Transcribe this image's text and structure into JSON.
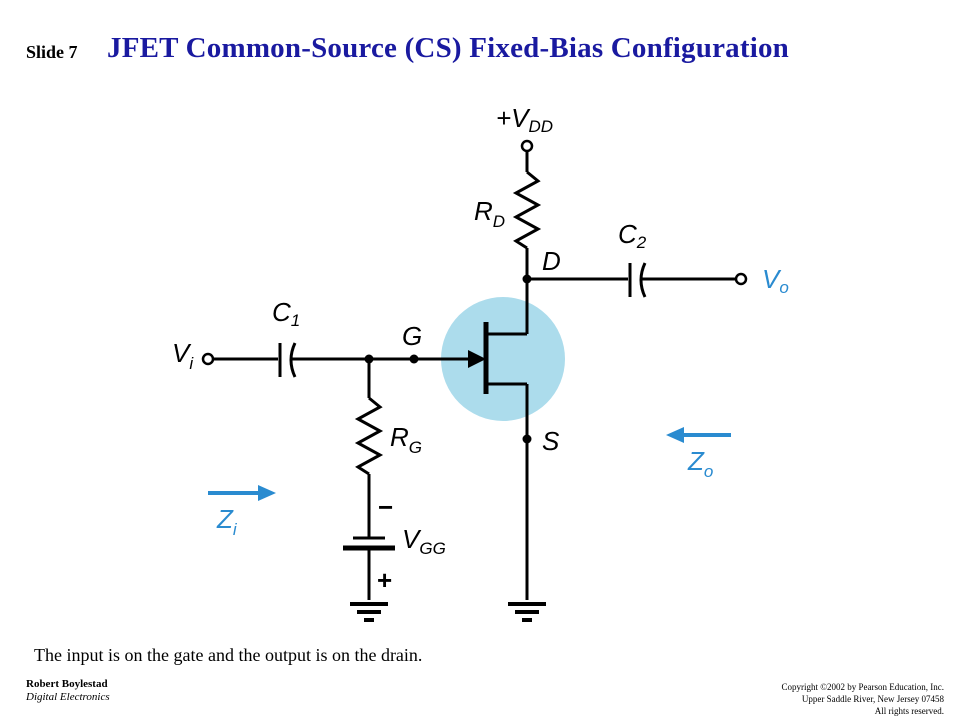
{
  "slide": {
    "number": "Slide 7",
    "title": "JFET Common-Source (CS) Fixed-Bias Configuration"
  },
  "circuit": {
    "vdd": {
      "main": "+V",
      "sub": "DD"
    },
    "rd": {
      "main": "R",
      "sub": "D"
    },
    "drain": "D",
    "c2": {
      "main": "C",
      "sub": "2"
    },
    "vo": {
      "main": "V",
      "sub": "o"
    },
    "c1": {
      "main": "C",
      "sub": "1"
    },
    "vi": {
      "main": "V",
      "sub": "i"
    },
    "gate": "G",
    "rg": {
      "main": "R",
      "sub": "G"
    },
    "source": "S",
    "zo": {
      "main": "Z",
      "sub": "o"
    },
    "zi": {
      "main": "Z",
      "sub": "i"
    },
    "vgg": {
      "main": "V",
      "sub": "GG"
    },
    "minus": "−",
    "plus": "+"
  },
  "caption": "The input is on the gate and the output is on the drain.",
  "footer": {
    "author": "Robert Boylestad",
    "book": "Digital Electronics",
    "copyright": [
      "Copyright ©2002 by Pearson Education, Inc.",
      "Upper Saddle River, New Jersey 07458",
      "All rights reserved."
    ]
  },
  "colors": {
    "title": "#1a1aa0",
    "highlight": "#acdcec",
    "arrow": "#2a8bd0"
  }
}
